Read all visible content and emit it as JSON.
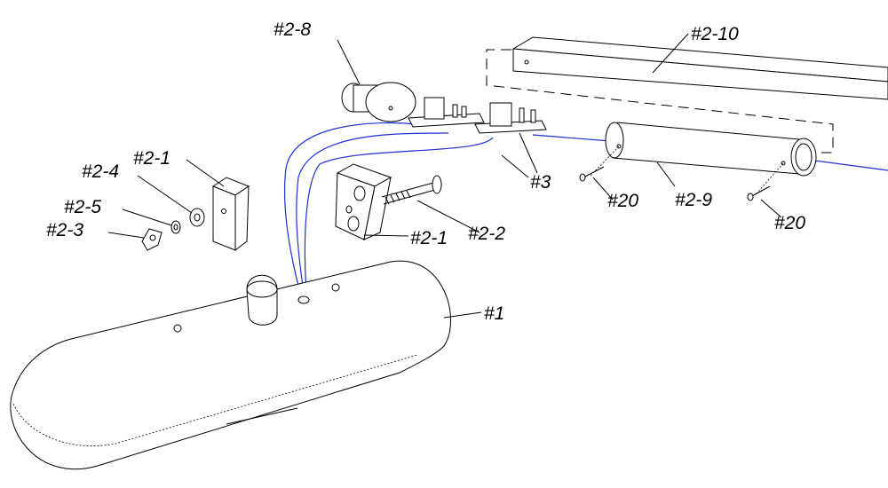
{
  "labels": {
    "part_2_8": "#2-8",
    "part_2_10": "#2-10",
    "part_2_1_a": "#2-1",
    "part_2_4": "#2-4",
    "part_2_5": "#2-5",
    "part_2_3": "#2-3",
    "part_2_1_b": "#2-1",
    "part_2_2": "#2-2",
    "part_3": "#3",
    "part_20_a": "#20",
    "part_2_9": "#2-9",
    "part_20_b": "#20",
    "part_1": "#1"
  },
  "colors": {
    "wire": "#1f2fd8",
    "line": "#000000"
  }
}
